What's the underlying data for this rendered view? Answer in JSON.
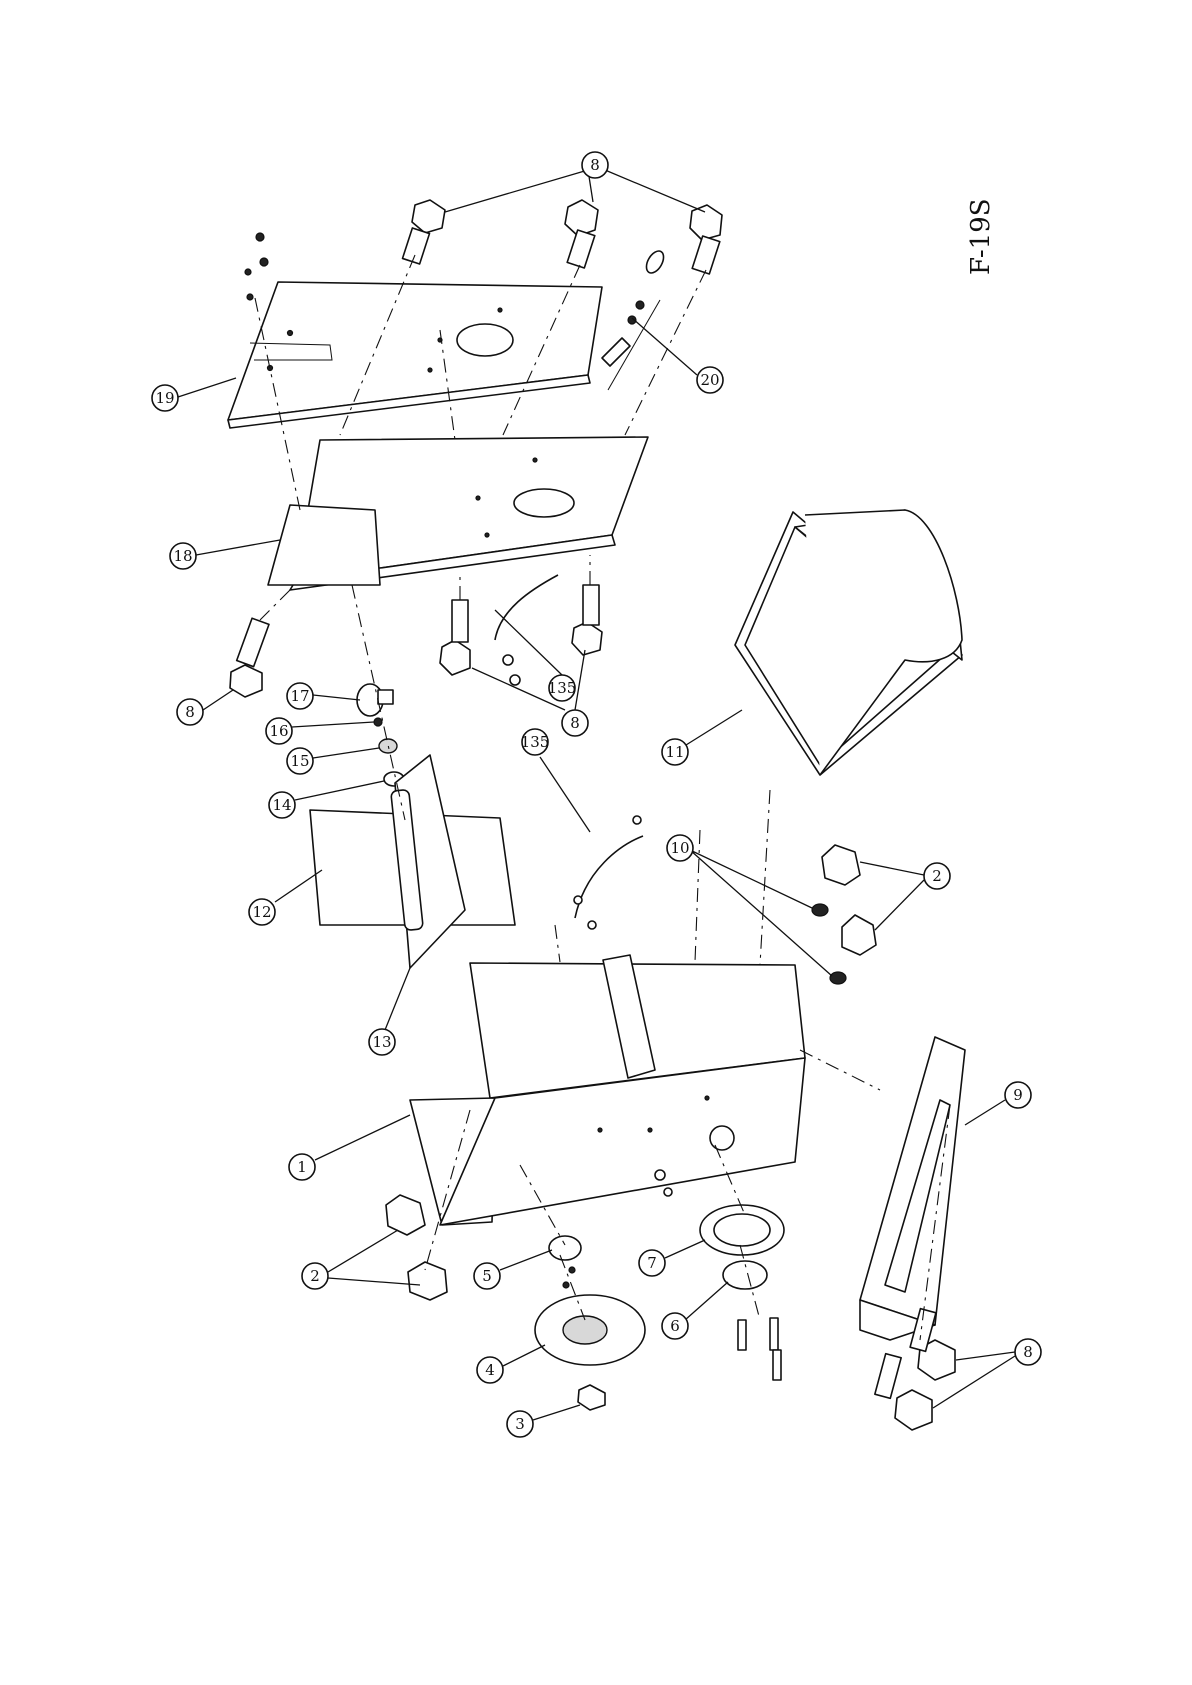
{
  "model_label": "F-19S",
  "callouts": {
    "c8_top": "8",
    "c19": "19",
    "c20": "20",
    "c18": "18",
    "c8_left": "8",
    "c17": "17",
    "c16": "16",
    "c15": "15",
    "c14": "14",
    "c135_upper": "135",
    "c8_mid": "8",
    "c12": "12",
    "c135_lower": "135",
    "c11": "11",
    "c10": "10",
    "c13": "13",
    "c2_right": "2",
    "c1": "1",
    "c9": "9",
    "c2_left": "2",
    "c5": "5",
    "c7": "7",
    "c6": "6",
    "c4": "4",
    "c8_bottom": "8",
    "c3": "3"
  }
}
